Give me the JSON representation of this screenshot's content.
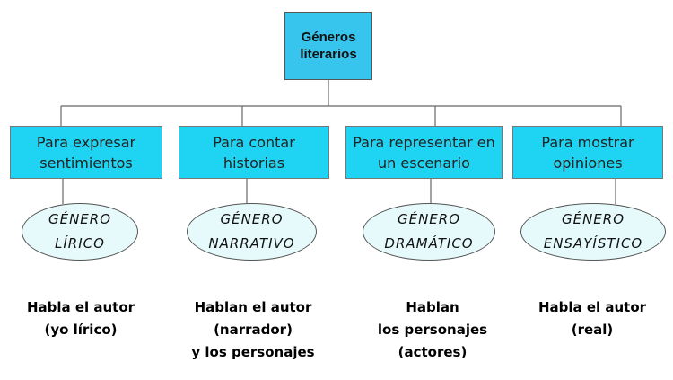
{
  "root": {
    "line1": "Géneros",
    "line2": "literarios"
  },
  "branches": [
    {
      "purpose": [
        "Para expresar",
        "sentimientos"
      ],
      "genre": [
        "GÉNERO",
        "LÍRICO"
      ],
      "description": [
        "Habla el autor",
        "(yo lírico)"
      ]
    },
    {
      "purpose": [
        "Para contar",
        "historias"
      ],
      "genre": [
        "GÉNERO",
        "NARRATIVO"
      ],
      "description": [
        "Hablan el autor",
        "(narrador)",
        "y los personajes"
      ]
    },
    {
      "purpose": [
        "Para representar en",
        "un escenario"
      ],
      "genre": [
        "GÉNERO",
        "DRAMÁTICO"
      ],
      "description": [
        "Hablan",
        "los personajes",
        "(actores)"
      ]
    },
    {
      "purpose": [
        "Para mostrar",
        "opiniones"
      ],
      "genre": [
        "GÉNERO",
        "ENSAYÍSTICO"
      ],
      "description": [
        "Habla el autor",
        "(real)"
      ]
    }
  ],
  "colors": {
    "root_fill": "#37c5ee",
    "purpose_fill": "#1fd3f2",
    "genre_fill": "#e6fafb",
    "connector": "#555555"
  }
}
